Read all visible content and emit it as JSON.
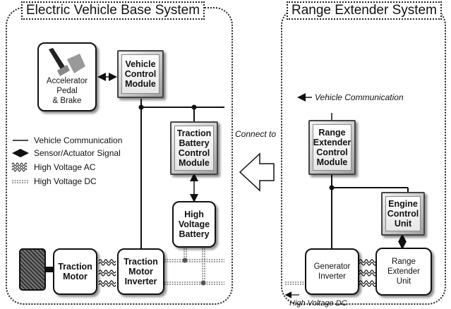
{
  "left_panel": {
    "title": "Electric Vehicle Base System",
    "accelerator": "Accelerator\nPedal\n& Brake",
    "vcm": "Vehicle\nControl\nModule",
    "tbcm": "Traction\nBattery\nControl\nModule",
    "hvb": "High\nVoltage\nBattery",
    "traction_motor": "Traction\nMotor",
    "tmi": "Traction\nMotor\nInverter"
  },
  "legend": [
    {
      "label": "Vehicle Communication",
      "symbol": "solid-line"
    },
    {
      "label": "Sensor/Actuator Signal",
      "symbol": "double-arrow"
    },
    {
      "label": "High Voltage AC",
      "symbol": "wavy-lines"
    },
    {
      "label": "High Voltage DC",
      "symbol": "dotted-double-line"
    }
  ],
  "connect_label": "Connect to",
  "right_panel": {
    "title": "Range Extender System",
    "vehicle_comm": "Vehicle Communication",
    "recm": "Range\nExtender\nControl\nModule",
    "ecu": "Engine\nControl\nUnit",
    "generator_inverter": "Generator\nInverter",
    "reu": "Range\nExtender\nUnit",
    "hvdc": "High Voltage DC"
  },
  "colors": {
    "line": "#111111",
    "box_gray": "#c8c8c8",
    "arrow_fill": "#ffffff"
  }
}
